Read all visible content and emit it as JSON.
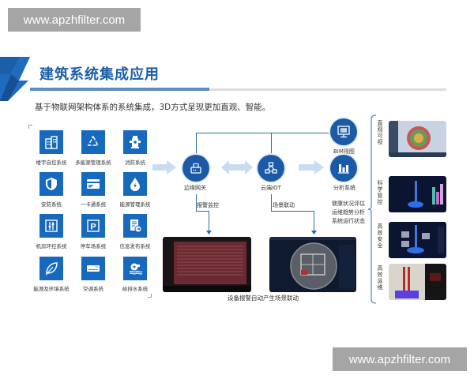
{
  "watermarks": {
    "top": "www.apzhfilter.com",
    "bottom": "www.apzhfilter.com"
  },
  "header": {
    "title": "建筑系统集成应用",
    "subtitle": "基于物联网架构体系的系统集成，3D方式呈现更加直观、智能。",
    "accent_color": "#1a5fa8"
  },
  "systems": [
    {
      "label": "楼宇自控系统",
      "icon": "building-icon"
    },
    {
      "label": "多能源管理系统",
      "icon": "recycle-icon"
    },
    {
      "label": "消防系统",
      "icon": "fire-hydrant-icon"
    },
    {
      "label": "安防系统",
      "icon": "shield-icon"
    },
    {
      "label": "一卡通系统",
      "icon": "card-icon"
    },
    {
      "label": "能源管理系统",
      "icon": "water-drop-bolt-icon"
    },
    {
      "label": "机房环控系统",
      "icon": "sliders-icon"
    },
    {
      "label": "停车场系统",
      "icon": "parking-icon"
    },
    {
      "label": "信息发布系统",
      "icon": "document-arrow-icon"
    },
    {
      "label": "能源及环境系统",
      "icon": "leaf-icon"
    },
    {
      "label": "空调系统",
      "icon": "air-conditioner-icon"
    },
    {
      "label": "给排水系统",
      "icon": "water-pump-icon"
    }
  ],
  "flow": {
    "gateway": "边缘网关",
    "cloud": "云端IOT",
    "bim": "BIM视图",
    "bim_icon_text": "BIM",
    "analysis": "分析系统",
    "alarm_label": "报警监控",
    "linkage_label": "场景联动",
    "analysis_notes": [
      "健康状况评估",
      "运维趋势分析",
      "系统运行状态"
    ],
    "screens_caption": "设备报警自动产生场景联动"
  },
  "benefits": [
    {
      "label": "直观可视"
    },
    {
      "label": "科学管控"
    },
    {
      "label": "高效安全"
    },
    {
      "label": "高效运维"
    }
  ],
  "colors": {
    "tile": "#1769bd",
    "node": "#1a5aa6",
    "line": "#2c6d9a",
    "arrow": "#c9dbf0"
  }
}
